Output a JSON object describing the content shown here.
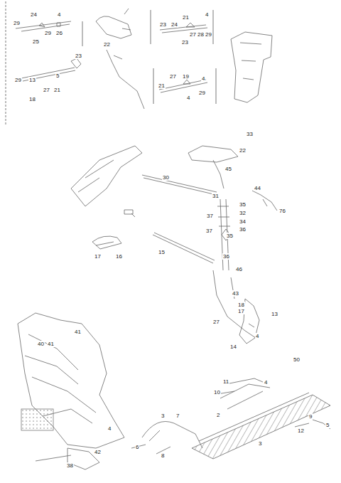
{
  "diagram": {
    "labels": [
      "29",
      "24",
      "4",
      "29",
      "26",
      "25",
      "22",
      "23",
      "24",
      "21",
      "4",
      "27",
      "28",
      "29",
      "23",
      "23",
      "29",
      "13",
      "5",
      "27",
      "21",
      "18",
      "27",
      "19",
      "4",
      "21",
      "29",
      "4",
      "33",
      "22",
      "45",
      "30",
      "44",
      "31",
      "35",
      "76",
      "32",
      "37",
      "34",
      "37",
      "36",
      "35",
      "15",
      "17",
      "16",
      "36",
      "46",
      "43",
      "18",
      "17",
      "13",
      "27",
      "4",
      "14",
      "41",
      "40",
      "41",
      "4",
      "42",
      "38",
      "50",
      "11",
      "4",
      "10",
      "3",
      "7",
      "2",
      "9",
      "12",
      "5",
      "6",
      "8",
      "3"
    ]
  }
}
